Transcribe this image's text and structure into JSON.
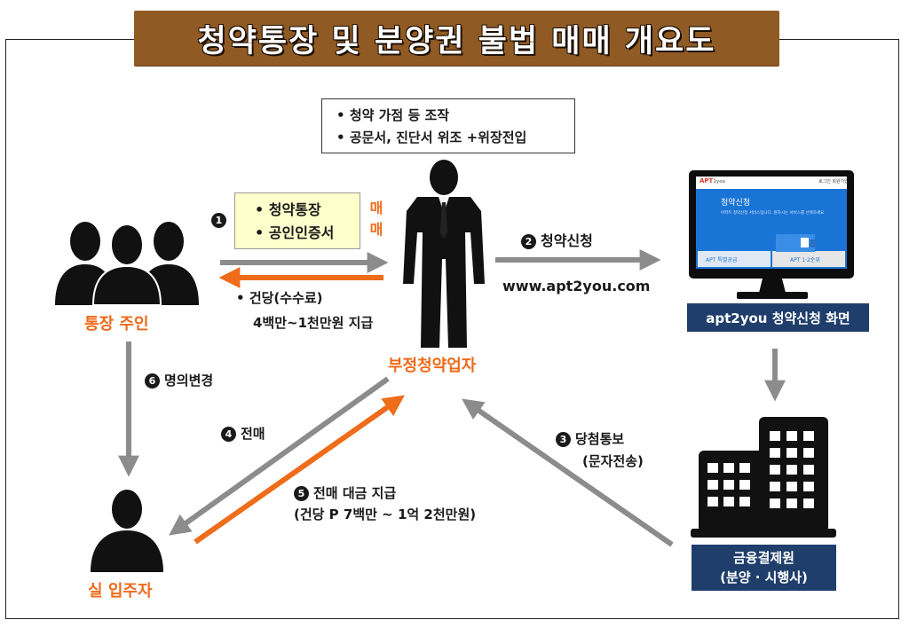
{
  "title": "청약통장 및 분양권 불법 매매 개요도",
  "top_box": {
    "items": [
      "청약 가점 등 조작",
      "공문서, 진단서 위조 +위장전입"
    ]
  },
  "step1": {
    "number": "1",
    "items": [
      "청약통장",
      "공인인증서"
    ],
    "trade_label": [
      "매",
      "매"
    ]
  },
  "fee": {
    "line1": "건당(수수료)",
    "line2": "4백만~1천만원 지급"
  },
  "step2": {
    "number": "2",
    "label": "청약신청",
    "url": "www.apt2you.com"
  },
  "step3": {
    "number": "3",
    "label": "당첨통보",
    "sub": "(문자전송)"
  },
  "step4": {
    "number": "4",
    "label": "전매"
  },
  "step5": {
    "number": "5",
    "label": "전매 대금 지급",
    "sub": "(건당 P 7백만 ~ 1억 2천만원)"
  },
  "step6": {
    "number": "6",
    "label": "명의변경"
  },
  "nodes": {
    "owner": "통장 주인",
    "broker": "부정청약업자",
    "buyer": "실 입주자",
    "site_caption": "apt2you 청약신청 화면",
    "bank_line1": "금융결제원",
    "bank_line2": "(분양 · 시행사)"
  },
  "screen": {
    "brand": "APT",
    "brand_small": "2you",
    "header_links": "로그인  회원가입",
    "heading": "청약신청",
    "desc": "아파트 청약신청 서비스입니다. 원하시는 서비스를 선택하세요",
    "btn1": "APT 특별공급",
    "btn2": "APT 1·2순위"
  },
  "colors": {
    "orange": "#ef6c1a",
    "gray_arrow": "#8c8c8c",
    "navy": "#1f3e6b",
    "title_brown": "#8f5a24"
  }
}
